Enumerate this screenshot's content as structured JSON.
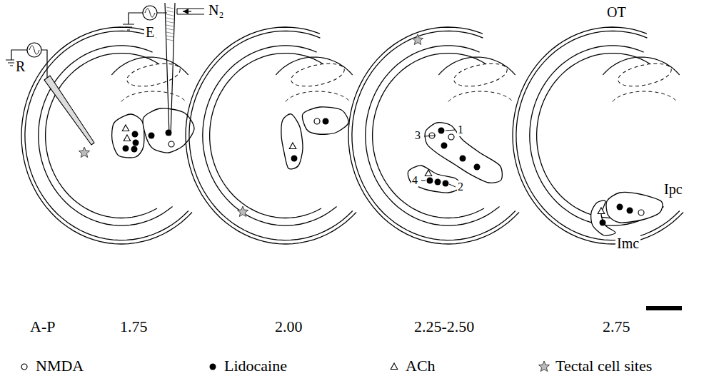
{
  "diagram": {
    "labels": [
      "R",
      "E",
      "N₂",
      "OT",
      "Ipc",
      "Imc",
      "1",
      "3",
      "4",
      "2",
      "A-P",
      "1.75",
      "2.00",
      "2.25-2.50",
      "2.75"
    ],
    "legend": [
      {
        "text": "NMDA"
      },
      {
        "text": "Lidocaine"
      },
      {
        "text": "ACh"
      },
      {
        "text": "Tectal cell sites"
      }
    ]
  }
}
